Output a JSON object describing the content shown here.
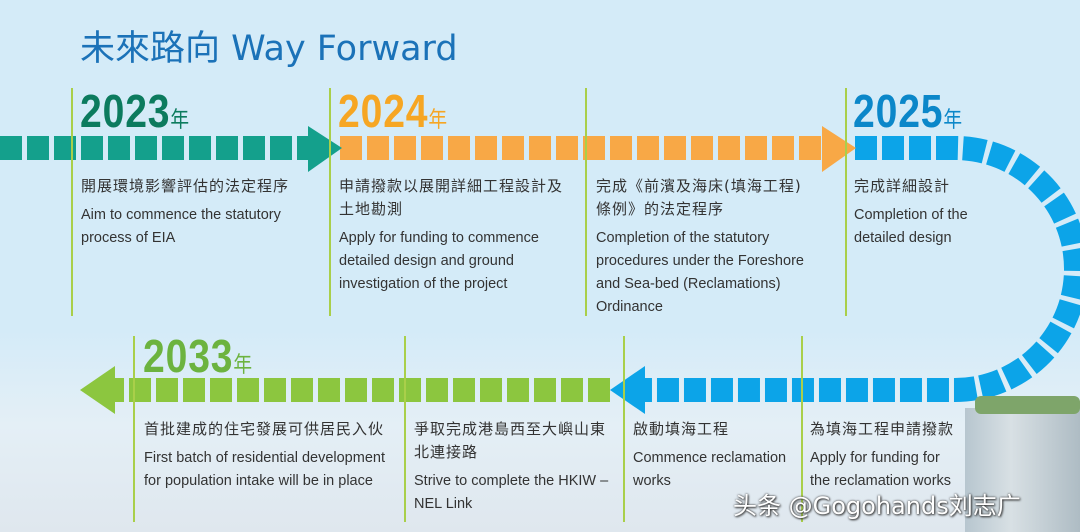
{
  "title": "未來路向  Way Forward",
  "year_suffix": "年",
  "colors": {
    "teal": "#14a08c",
    "orange": "#f8a846",
    "blue": "#0ca4e8",
    "green": "#8cc63f"
  },
  "milestones_top": [
    {
      "year": "2023",
      "zh": "開展環境影響評估的法定程序",
      "en": "Aim to commence the statutory process of EIA"
    },
    {
      "year": "2024",
      "zh": "申請撥款以展開詳細工程設計及土地勘測",
      "en": "Apply for funding to commence detailed design and ground investigation of the project"
    },
    {
      "year": "",
      "zh": "完成《前濱及海床(填海工程)條例》的法定程序",
      "en": "Completion of the statutory procedures under the Foreshore and Sea-bed (Reclamations) Ordinance"
    },
    {
      "year": "2025",
      "zh": "完成詳細設計",
      "en": "Completion of the detailed design"
    }
  ],
  "milestones_bottom": [
    {
      "year": "2033",
      "zh": "首批建成的住宅發展可供居民入伙",
      "en": "First batch of residential development for population intake will be in place"
    },
    {
      "zh": "爭取完成港島西至大嶼山東北連接路",
      "en": "Strive to complete the HKIW – NEL Link"
    },
    {
      "zh": "啟動填海工程",
      "en": "Commence reclamation works"
    },
    {
      "zh": "為填海工程申請撥款",
      "en": "Apply for funding for the reclamation works"
    }
  ],
  "watermark": "头条 @Gogohands刘志广"
}
